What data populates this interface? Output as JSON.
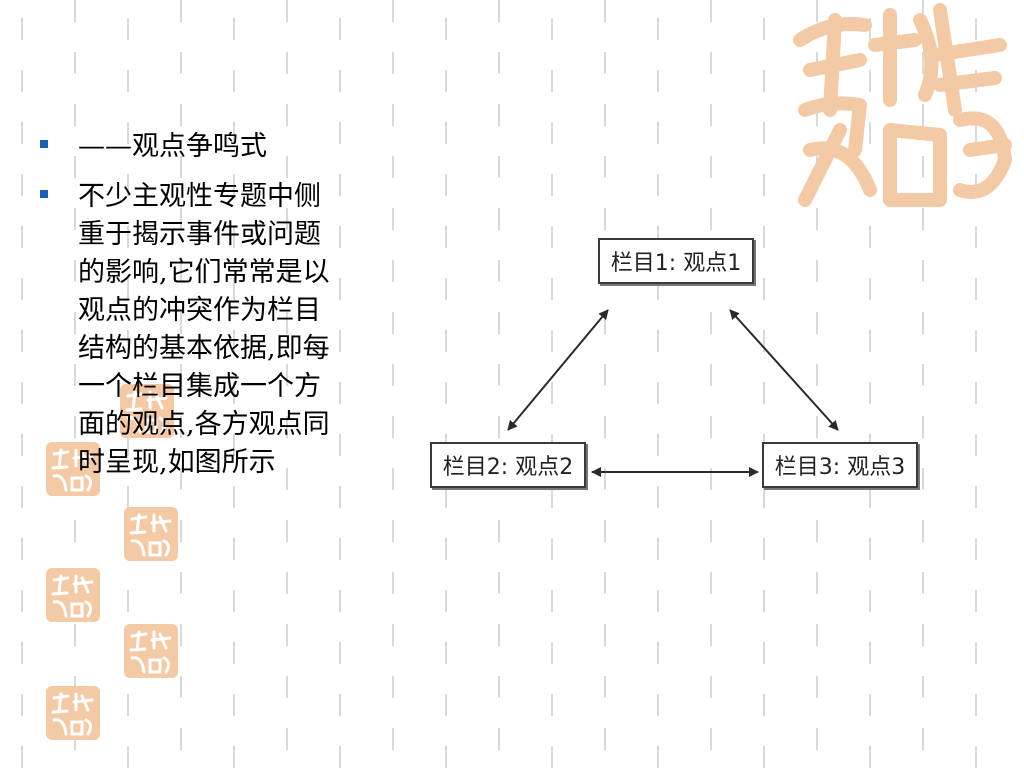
{
  "slide": {
    "bullets": [
      {
        "text": "——观点争鸣式"
      },
      {
        "text": "不少主观性专题中侧重于揭示事件或问题的影响,它们常常是以观点的冲突作为栏目结构的基本依据,即每一个栏目集成一个方面的观点,各方观点同时呈现,如图所示"
      }
    ]
  },
  "diagram": {
    "nodes": [
      {
        "id": "n1",
        "label": "栏目1:  观点1"
      },
      {
        "id": "n2",
        "label": "栏目2:  观点2"
      },
      {
        "id": "n3",
        "label": "栏目3:  观点3"
      }
    ],
    "edges": [
      {
        "from": "n1",
        "to": "n2",
        "direction": "both"
      },
      {
        "from": "n1",
        "to": "n3",
        "direction": "both"
      },
      {
        "from": "n2",
        "to": "n3",
        "direction": "both"
      }
    ]
  },
  "colors": {
    "bullet": "#1f5fae",
    "seal": "#f3c9a6",
    "pattern": "#d9d9d9"
  },
  "decor": {
    "seal_text": "吉祥如意"
  }
}
